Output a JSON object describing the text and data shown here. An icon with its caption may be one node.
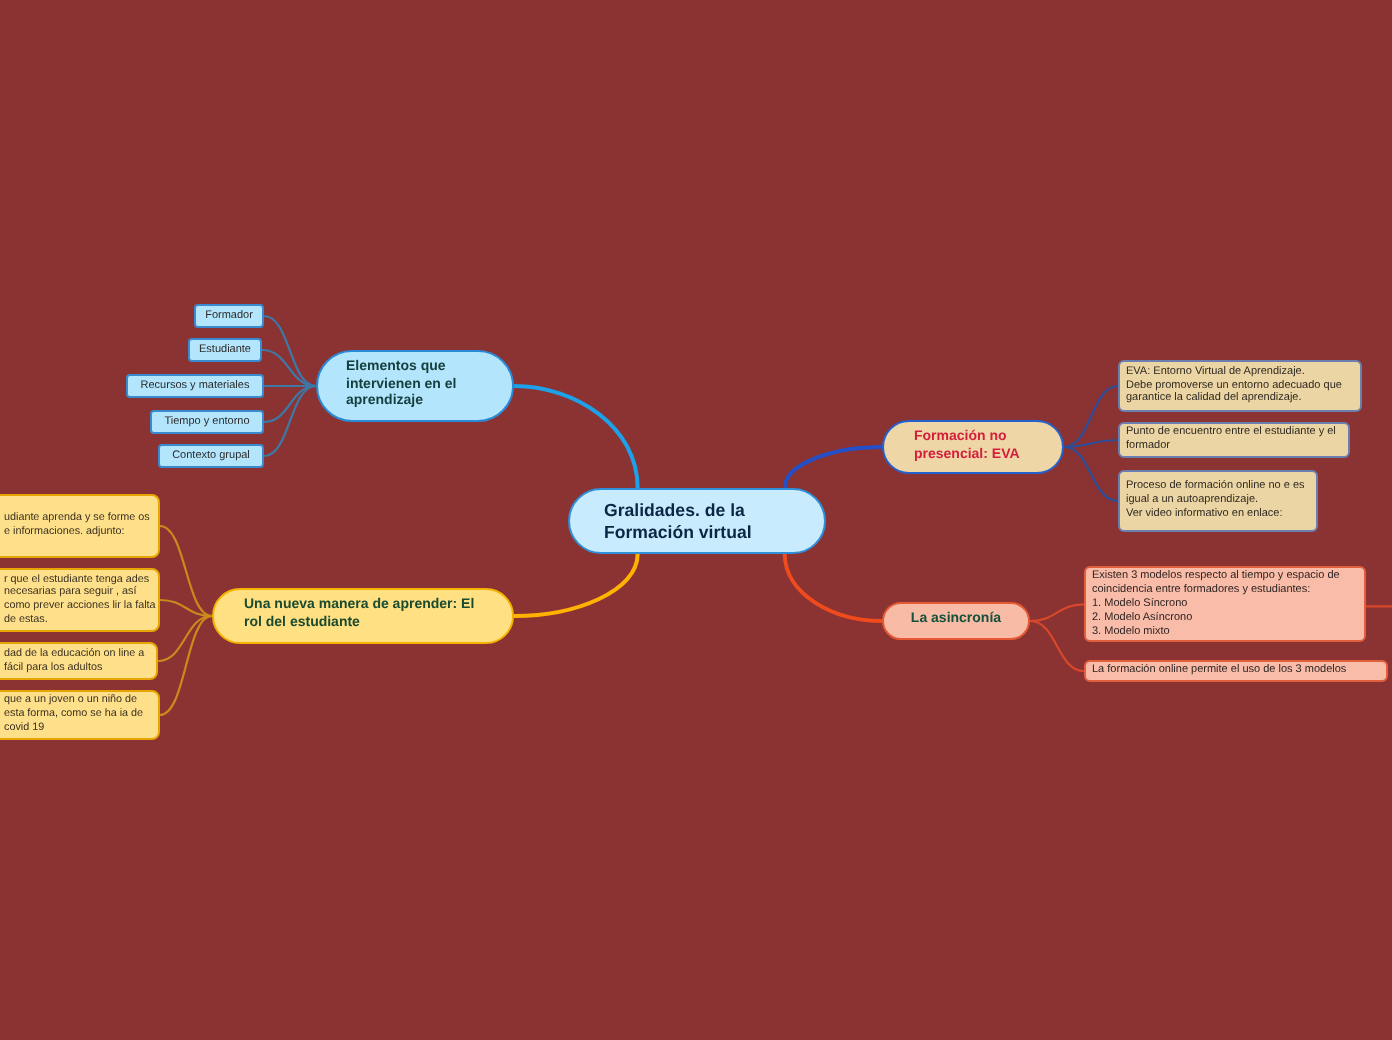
{
  "diagram": {
    "nodes": [
      {
        "text": [
          "Gralidades. de la Formación virtual"
        ]
      },
      {
        "text": [
          "Elementos que intervienen en el aprendizaje"
        ]
      },
      {
        "text": [
          "Formador"
        ]
      },
      {
        "text": [
          "Estudiante"
        ]
      },
      {
        "text": [
          "Recursos y materiales"
        ]
      },
      {
        "text": [
          "Tiempo y entorno"
        ]
      },
      {
        "text": [
          "Contexto grupal"
        ]
      },
      {
        "text": [
          "Una nueva manera de aprender: El rol del estudiante"
        ]
      },
      {
        "text": [
          "udiante aprenda y se forme os e informaciones. adjunto:"
        ]
      },
      {
        "text": [
          "r que el estudiante tenga ades necesarias para seguir , así como prever acciones lir la falta de estas."
        ]
      },
      {
        "text": [
          "dad de la educación on line a fácil para los adultos"
        ]
      },
      {
        "text": [
          "que a un joven o un niño de esta forma, como se ha ia de covid 19"
        ]
      },
      {
        "text": [
          "Formación no presencial: EVA"
        ]
      },
      {
        "text": [
          "EVA: Entorno Virtual de Aprendizaje.",
          "Debe promoverse un entorno adecuado que garantice la calidad del aprendizaje."
        ]
      },
      {
        "text": [
          "Punto de encuentro entre el estudiante y el formador"
        ]
      },
      {
        "text": [
          "Proceso de formación online no e es igual a un autoaprendizaje.",
          "Ver video informativo en enlace:"
        ]
      },
      {
        "text": [
          "La asincronía"
        ]
      },
      {
        "text": [
          "Existen 3 modelos respecto al tiempo y espacio de coincidencia entre formadores y estudiantes:",
          "1. Modelo Síncrono",
          "2. Modelo Asíncrono",
          "3. Modelo mixto"
        ]
      },
      {
        "text": [
          "La formación online permite el uso de los 3 modelos"
        ]
      }
    ],
    "edges": [
      {
        "from": 0,
        "to": 1,
        "arrow": "none",
        "color": "#1da1e8"
      },
      {
        "from": 1,
        "to": 2,
        "arrow": "none",
        "color": "#3d78a6"
      },
      {
        "from": 1,
        "to": 3,
        "arrow": "none",
        "color": "#3d78a6"
      },
      {
        "from": 1,
        "to": 4,
        "arrow": "none",
        "color": "#3d78a6"
      },
      {
        "from": 1,
        "to": 5,
        "arrow": "none",
        "color": "#3d78a6"
      },
      {
        "from": 1,
        "to": 6,
        "arrow": "none",
        "color": "#3d78a6"
      },
      {
        "from": 0,
        "to": 7,
        "arrow": "none",
        "color": "#ffb300"
      },
      {
        "from": 7,
        "to": 8,
        "arrow": "none",
        "color": "#c98a1e"
      },
      {
        "from": 7,
        "to": 9,
        "arrow": "none",
        "color": "#c98a1e"
      },
      {
        "from": 7,
        "to": 10,
        "arrow": "none",
        "color": "#c98a1e"
      },
      {
        "from": 7,
        "to": 11,
        "arrow": "none",
        "color": "#c98a1e"
      },
      {
        "from": 0,
        "to": 12,
        "arrow": "none",
        "color": "#2350c8"
      },
      {
        "from": 12,
        "to": 13,
        "arrow": "none",
        "color": "#2b4e9c"
      },
      {
        "from": 12,
        "to": 14,
        "arrow": "none",
        "color": "#2b4e9c"
      },
      {
        "from": 12,
        "to": 15,
        "arrow": "none",
        "color": "#2b4e9c"
      },
      {
        "from": 0,
        "to": 16,
        "arrow": "none",
        "color": "#ef4b1c"
      },
      {
        "from": 16,
        "to": 17,
        "arrow": "none",
        "color": "#d8482a"
      },
      {
        "from": 16,
        "to": 18,
        "arrow": "none",
        "color": "#d8482a"
      },
      {
        "from": 17,
        "to": null,
        "arrow": "none",
        "color": "#d8482a"
      }
    ]
  }
}
